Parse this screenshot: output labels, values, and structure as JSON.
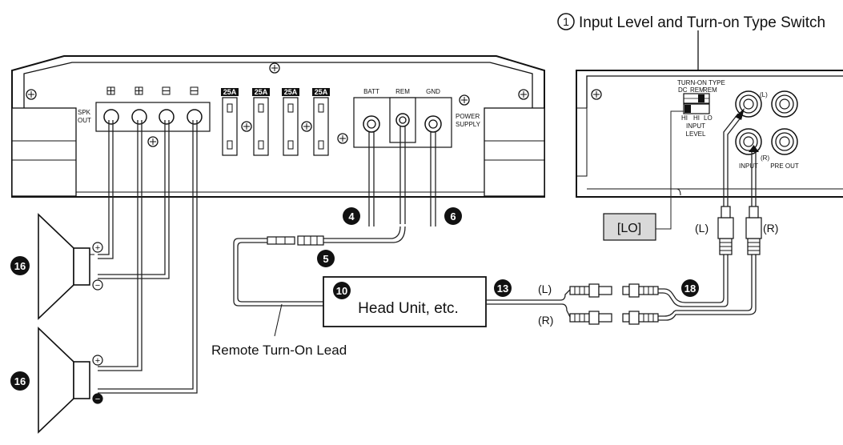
{
  "callout_title": "Input Level and Turn-on Type Switch",
  "callout_number": "1",
  "amp_labels": {
    "spk_out_line1": "SPK",
    "spk_out_line2": "OUT",
    "fuse": "25A",
    "batt": "BATT",
    "rem": "REM",
    "gnd": "GND",
    "power_supply_line1": "POWER",
    "power_supply_line2": "SUPPLY"
  },
  "panel_labels": {
    "turn_on_type": "TURN-ON TYPE",
    "dc": "DC",
    "rem": "REM",
    "rem2": "REM",
    "hi": "HI",
    "hi2": "HI",
    "lo": "LO",
    "input_level_line1": "INPUT",
    "input_level_line2": "LEVEL",
    "input": "INPUT",
    "pre_out": "PRE OUT",
    "l": "(L)",
    "r": "(R)"
  },
  "setting_box": "[LO]",
  "head_unit": "Head Unit, etc.",
  "remote_lead": "Remote Turn-On Lead",
  "cable_l": "(L)",
  "cable_r": "(R)",
  "badges": {
    "batt_wire": "4",
    "rem_wire": "5",
    "gnd_wire": "6",
    "head_unit": "10",
    "head_out": "13",
    "speaker": "16",
    "rca_cable": "18"
  },
  "polarity": {
    "plus": "+",
    "minus": "−"
  }
}
